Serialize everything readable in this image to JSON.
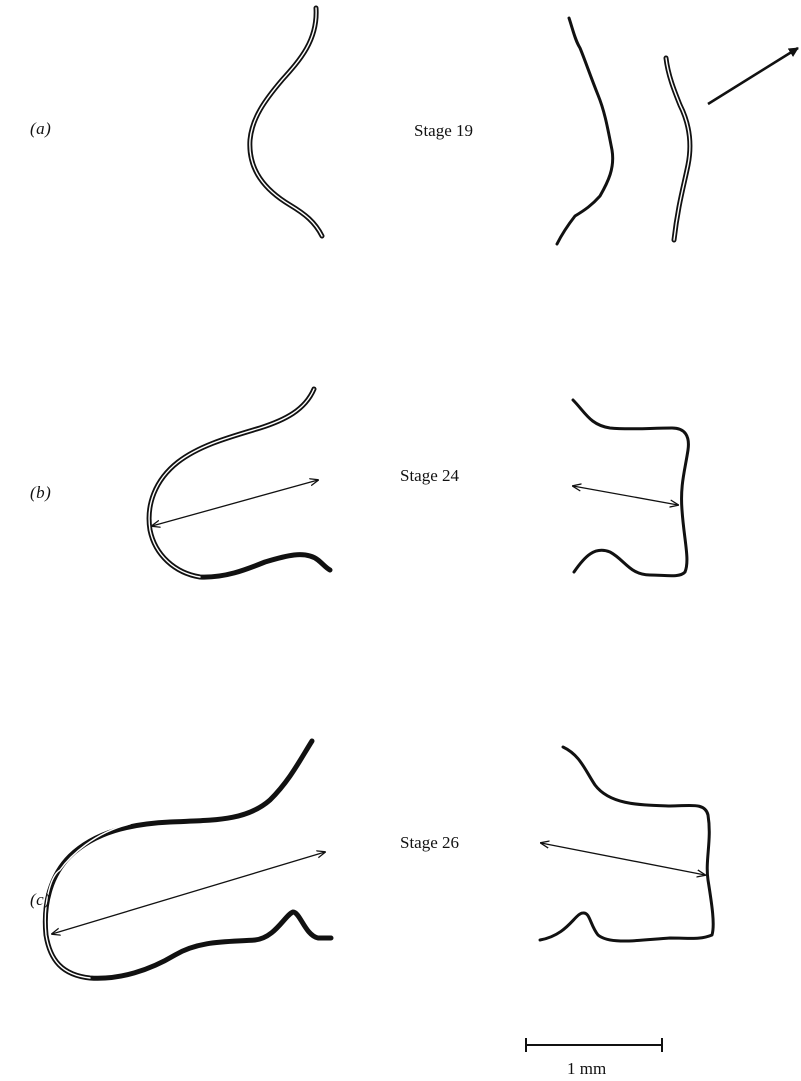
{
  "panels": [
    {
      "id": "a",
      "label": "(a)",
      "stage": "Stage 19"
    },
    {
      "id": "b",
      "label": "(b)",
      "stage": "Stage 24"
    },
    {
      "id": "c",
      "label": "(c)",
      "stage": "Stage 26"
    }
  ],
  "scale_bar": {
    "label": "1 mm"
  },
  "colors": {
    "line": "#111111",
    "background": "#ffffff"
  }
}
